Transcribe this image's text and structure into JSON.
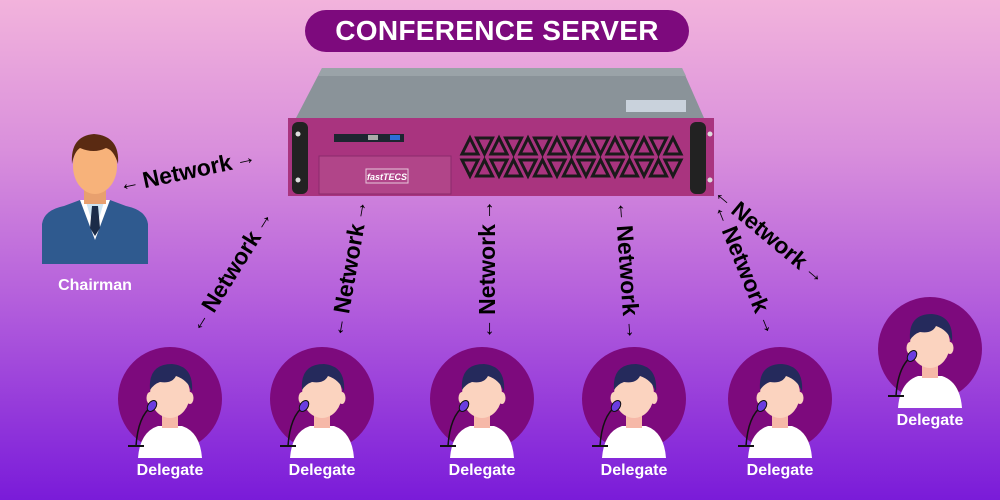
{
  "title": "CONFERENCE SERVER",
  "server": {
    "brand": "fastTECS"
  },
  "chairman": {
    "label": "Chairman"
  },
  "connections": {
    "label": "Network",
    "arrow_left": "←",
    "arrow_right": "→"
  },
  "delegates": [
    {
      "label": "Delegate"
    },
    {
      "label": "Delegate"
    },
    {
      "label": "Delegate"
    },
    {
      "label": "Delegate"
    },
    {
      "label": "Delegate"
    },
    {
      "label": "Delegate"
    }
  ],
  "colors": {
    "title_bg": "#7d0a7d",
    "server_front": "#a9347f",
    "delegate_circle": "#7d0a7d",
    "hair": "#252a5c",
    "skin": "#fbd3bf",
    "suit": "#2f5a8f",
    "mic": "#6a3de0"
  }
}
